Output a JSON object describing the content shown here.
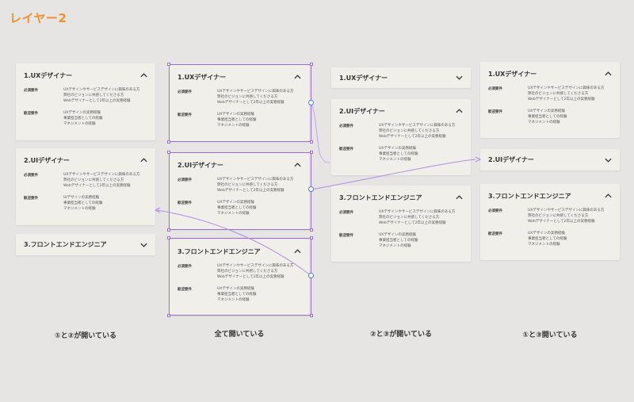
{
  "layer_title": "レイヤー2",
  "content": {
    "req_label": "必須要件",
    "req_lines": [
      "UXデザインやサービスデザインに興味のある方",
      "弊社のビジョンに共感してくださる方",
      "Webデザイナーとして2年以上の実務経験"
    ],
    "wel_label": "歓迎要件",
    "wel_lines_ux": [
      "UXデザインの実務経験",
      "事業担当者としての経験",
      "マネジメントの経験"
    ],
    "wel_lines_ui": [
      "UIデザインの実務経験",
      "事業担当者としての経験",
      "マネジメントの経験"
    ]
  },
  "cards": {
    "ux": "1.UXデザイナー",
    "ui": "2.UIデザイナー",
    "fe": "3.フロントエンドエンジニア"
  },
  "captions": {
    "c1": "①と②が開いている",
    "c2": "全て開いている",
    "c3": "②と③が開いている",
    "c4": "①と③開いている"
  },
  "colors": {
    "accent": "#f0902e",
    "selection": "#9b6cd6",
    "connector": "#3b82f6"
  }
}
